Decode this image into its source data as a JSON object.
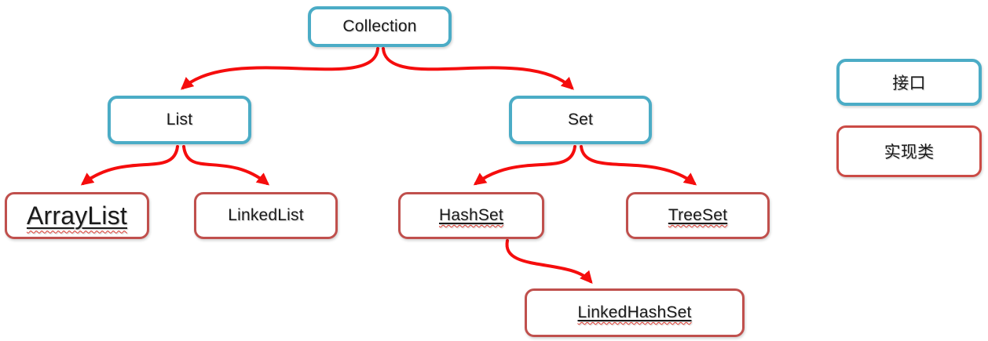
{
  "diagram_type": "java-collection-hierarchy",
  "nodes": {
    "collection": {
      "label": "Collection",
      "type": "interface"
    },
    "list": {
      "label": "List",
      "type": "interface"
    },
    "set": {
      "label": "Set",
      "type": "interface"
    },
    "arraylist": {
      "label": "ArrayList",
      "type": "class",
      "underlined": true,
      "spellcheck_squiggle": true
    },
    "linkedlist": {
      "label": "LinkedList",
      "type": "class",
      "underlined": false,
      "spellcheck_squiggle": false
    },
    "hashset": {
      "label": "HashSet",
      "type": "class",
      "underlined": true,
      "spellcheck_squiggle": true
    },
    "treeset": {
      "label": "TreeSet",
      "type": "class",
      "underlined": true,
      "spellcheck_squiggle": true
    },
    "linkedhashset": {
      "label": "LinkedHashSet",
      "type": "class",
      "underlined": true,
      "spellcheck_squiggle": true
    }
  },
  "edges": [
    {
      "from": "Collection",
      "to": "List"
    },
    {
      "from": "Collection",
      "to": "Set"
    },
    {
      "from": "List",
      "to": "ArrayList"
    },
    {
      "from": "List",
      "to": "LinkedList"
    },
    {
      "from": "Set",
      "to": "HashSet"
    },
    {
      "from": "Set",
      "to": "TreeSet"
    },
    {
      "from": "HashSet",
      "to": "LinkedHashSet"
    }
  ],
  "legend": {
    "interface_label": "接口",
    "class_label": "实现类"
  },
  "colors": {
    "interface_border": "#4BACC6",
    "class_border": "#C0504D",
    "legend_class_border": "#CB4B45",
    "arrow": "#F50D0D"
  }
}
